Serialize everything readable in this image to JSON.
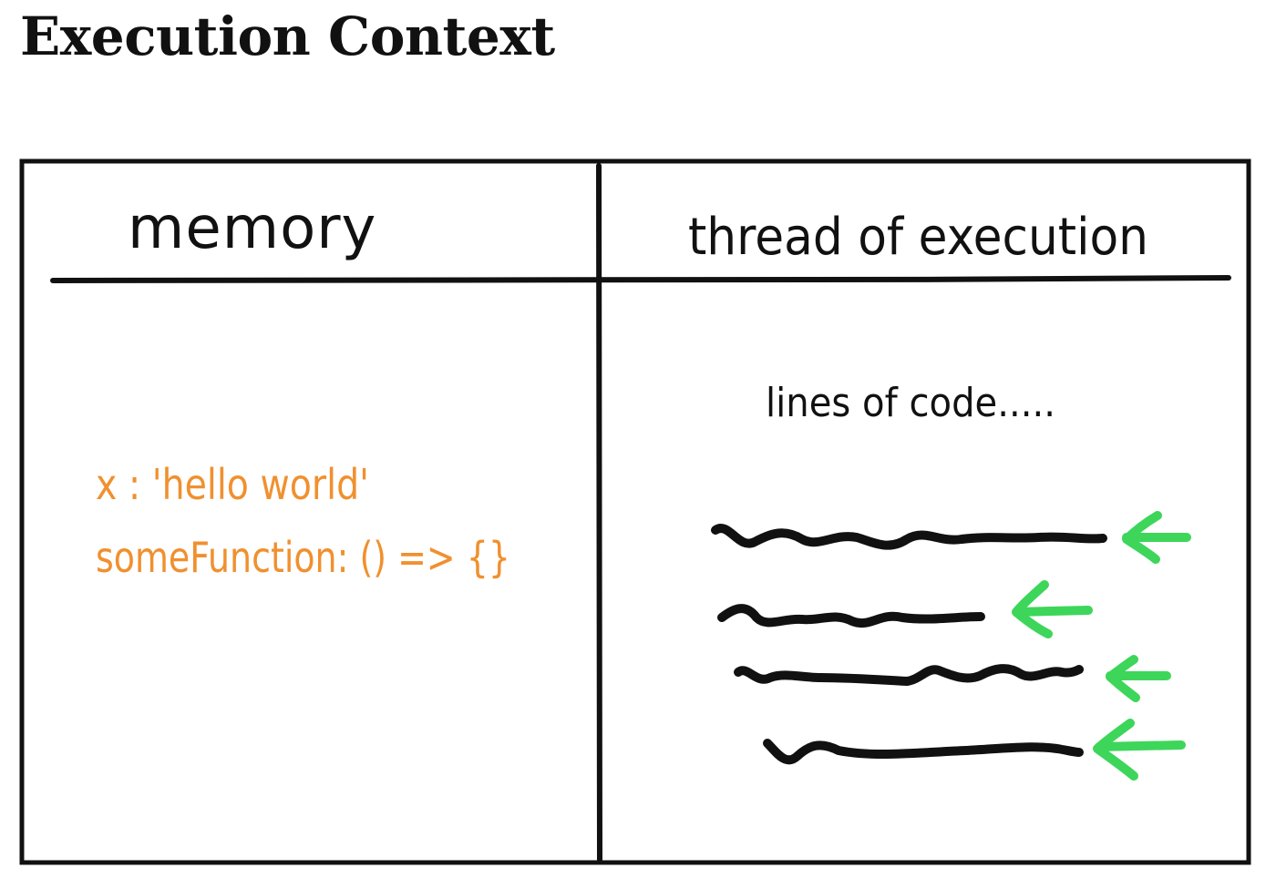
{
  "title": "Execution Context",
  "memory": {
    "heading": "memory",
    "entries": [
      "x : 'hello world'",
      "someFunction: () => {}"
    ]
  },
  "thread": {
    "heading": "thread of execution",
    "caption": "lines of code....."
  },
  "colors": {
    "ink": "#111111",
    "memory_text": "#f0902f",
    "arrow": "#3dd65a"
  },
  "icons": [
    "left-arrow-icon"
  ]
}
